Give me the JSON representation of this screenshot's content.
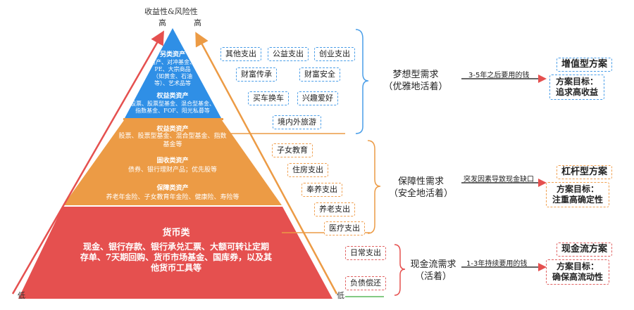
{
  "axis": {
    "title": "收益性&风险性",
    "high_left": "高",
    "high_right": "高",
    "low_left": "低",
    "low_right": "低"
  },
  "pyramid": {
    "top": {
      "t1": "另类资产",
      "d1": [
        "房产、对冲基金、",
        "PE、大宗商品",
        "（如黄金、石油",
        "等）、艺术品等"
      ],
      "t2": "权益类资产",
      "d2": [
        "股票、股票型基金、混合型基金、",
        "指数基金、FOF、阳光私募等"
      ]
    },
    "middle": {
      "t1": "权益类资产",
      "d1": [
        "股票、股票型基金、混合型基金、指数",
        "基金等"
      ],
      "t2": "固收类资产",
      "d2": "债券、银行理财产品；优先股等",
      "t3": "保障类资产",
      "d3": "养老年金险、子女教育年金险、健康险、寿险等"
    },
    "bottom": {
      "t1": "货币类",
      "d1": [
        "现金、银行存款、银行承兑汇票、大额可转让定期",
        "存单、7天期回购、货币市场基金、国库券，以及其",
        "他货币工具等"
      ]
    }
  },
  "needs": {
    "dream": {
      "items": [
        "其他支出",
        "公益支出",
        "创业支出",
        "财富传承",
        "财富安全",
        "买车换车",
        "兴趣爱好",
        "境内外旅游"
      ],
      "label": [
        "梦想型需求",
        "（优雅地活着）"
      ],
      "note": "3-5年之后要用的钱",
      "plan": "增值型方案",
      "goal": [
        "方案目标：",
        "追求高收益"
      ]
    },
    "security": {
      "items": [
        "子女教育",
        "住房支出",
        "奉养支出",
        "养老支出",
        "医疗支出"
      ],
      "label": [
        "保障性需求",
        "（安全地活着）"
      ],
      "note": "突发因素导致现金缺口",
      "plan": "杠杆型方案",
      "goal": [
        "方案目标：",
        "注重高确定性"
      ]
    },
    "cash": {
      "items": [
        "日常支出",
        "负债偿还"
      ],
      "label": [
        "现金流需求",
        "（活着）"
      ],
      "note": "1-3年持续要用的钱",
      "plan": "现金流方案",
      "goal": [
        "方案目标：",
        "确保高流动性"
      ]
    }
  },
  "colors": {
    "blue": "#2f8fe6",
    "orange": "#ec9b45",
    "red": "#e5504f"
  }
}
